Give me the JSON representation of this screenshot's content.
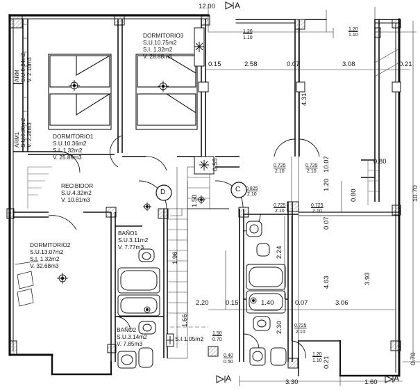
{
  "rooms": {
    "dormitorio3": {
      "name": "DORMITORIO3",
      "su": "S.U.10.75m2",
      "si": "S.I.  1.32m2",
      "v": "V.  28.88m3"
    },
    "dormitorio1": {
      "name": "DORMITORIO1",
      "su": "S.U.10.36m2",
      "si": "S.I. 1.32m2",
      "v": "V.  25.89m3"
    },
    "dormitorio2": {
      "name": "DORMITORIO2",
      "su": "S.U.13.07m2",
      "si": "S.I.  1.32m2",
      "v": "V.  32.68m3"
    },
    "recibidor": {
      "name": "RECIBIDOR",
      "su": "S.U.4.32m2",
      "v": "V.  10.81m3"
    },
    "bano1": {
      "name": "BAÑO1",
      "su": "S.U.3.11m2",
      "v": "V.  7.77m3"
    },
    "bano2": {
      "name": "BAÑO2",
      "su": "S.U.3.14m2",
      "v": "V.  7.85m3"
    },
    "arm1": {
      "name": "ARM1",
      "su": "S.U.0.90m2",
      "v": "V. 2.28m3"
    },
    "arm": {
      "name": "ARM",
      "su": "S.U.0.84m2",
      "v": "V. 2.10m3"
    },
    "landing": {
      "si": "S.I.1.05m2"
    }
  },
  "section_marks": {
    "top": "A",
    "bottom": "A",
    "circle_d": "D",
    "circle_c": "C"
  },
  "dimensions": {
    "top_total": "12.00",
    "right_total": "10.70",
    "bottom_right": "1.60",
    "bottom_mid": "3.30",
    "d_015a": "0.15",
    "d_258": "2.58",
    "d_007a": "0.07",
    "d_308": "3.08",
    "d_021a": "0.21",
    "d_431": "4.31",
    "d_1007": "10.07",
    "d_080a": "0.80",
    "d_080b": "0.80",
    "d_120": "1.20",
    "d_055": "0.55",
    "d_150": "1.50",
    "d_196": "1.96",
    "d_166": "1.66",
    "d_007b": "0.07",
    "d_224": "2.24",
    "d_463": "4.63",
    "d_393": "3.93",
    "d_220": "2.20",
    "d_015b": "0.15",
    "d_140": "1.40",
    "d_007c": "0.07",
    "d_306": "3.06",
    "d_230": "2.30",
    "d_021b": "0.21",
    "d_070": "0.70",
    "win_a1": "1.20",
    "win_a2": "1.10",
    "win_b1": "1.20",
    "win_b2": "1.10",
    "door_a1": "0.725",
    "door_a2": "2.10",
    "door_b1": "0.725",
    "door_b2": "2.10",
    "door_c1": "0.825",
    "door_c2": "2.10",
    "door_d1": "0.725",
    "door_d2": "2.10",
    "door_e1": "0.725",
    "door_e2": "2.10",
    "door_f1": "0.725",
    "door_f2": "2.10",
    "win_c1": "1.50",
    "win_c2": "0.70",
    "win_d1": "0.40",
    "win_d2": "0.50",
    "win_e1": "1.20",
    "win_e2": "1.10"
  }
}
